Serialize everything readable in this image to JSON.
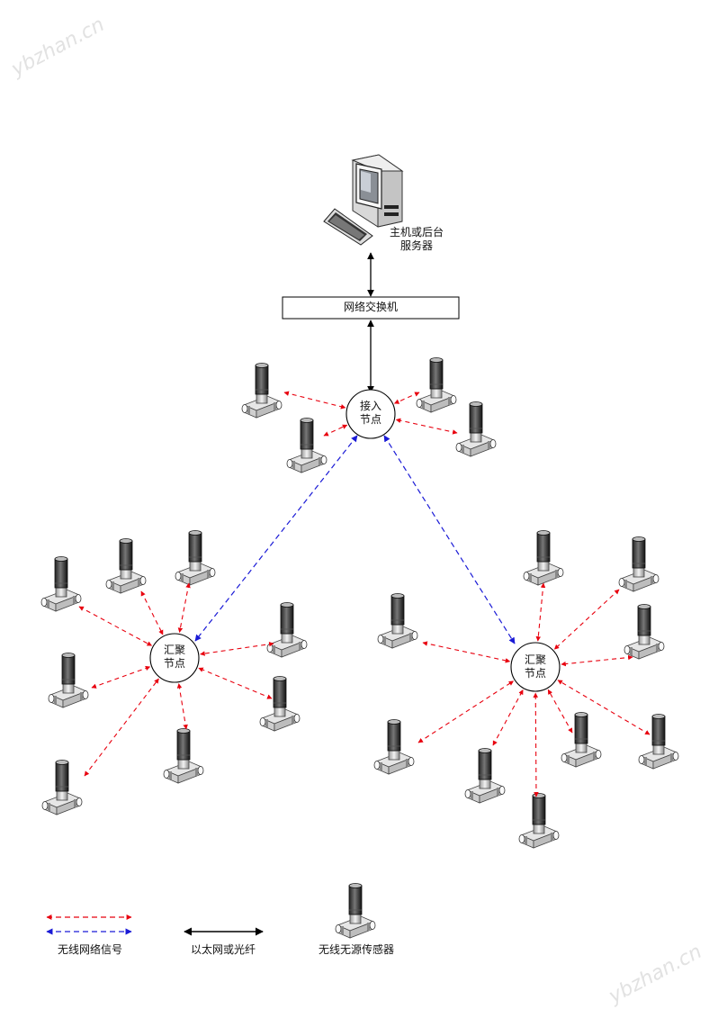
{
  "watermark": "ybzhan.cn",
  "server": {
    "line1": "主机或后台",
    "line2": "服务器"
  },
  "switch": {
    "label": "网络交换机"
  },
  "access_node": {
    "line1": "接入",
    "line2": "节点"
  },
  "sink_left": {
    "line1": "汇聚",
    "line2": "节点"
  },
  "sink_right": {
    "line1": "汇聚",
    "line2": "节点"
  },
  "legend": {
    "wireless_signal": "无线网络信号",
    "ethernet_fiber": "以太网或光纤",
    "wireless_sensor": "无线无源传感器"
  },
  "colors": {
    "wireless": "#e8000e",
    "backbone": "#1a1ad6",
    "wired": "#000000"
  }
}
